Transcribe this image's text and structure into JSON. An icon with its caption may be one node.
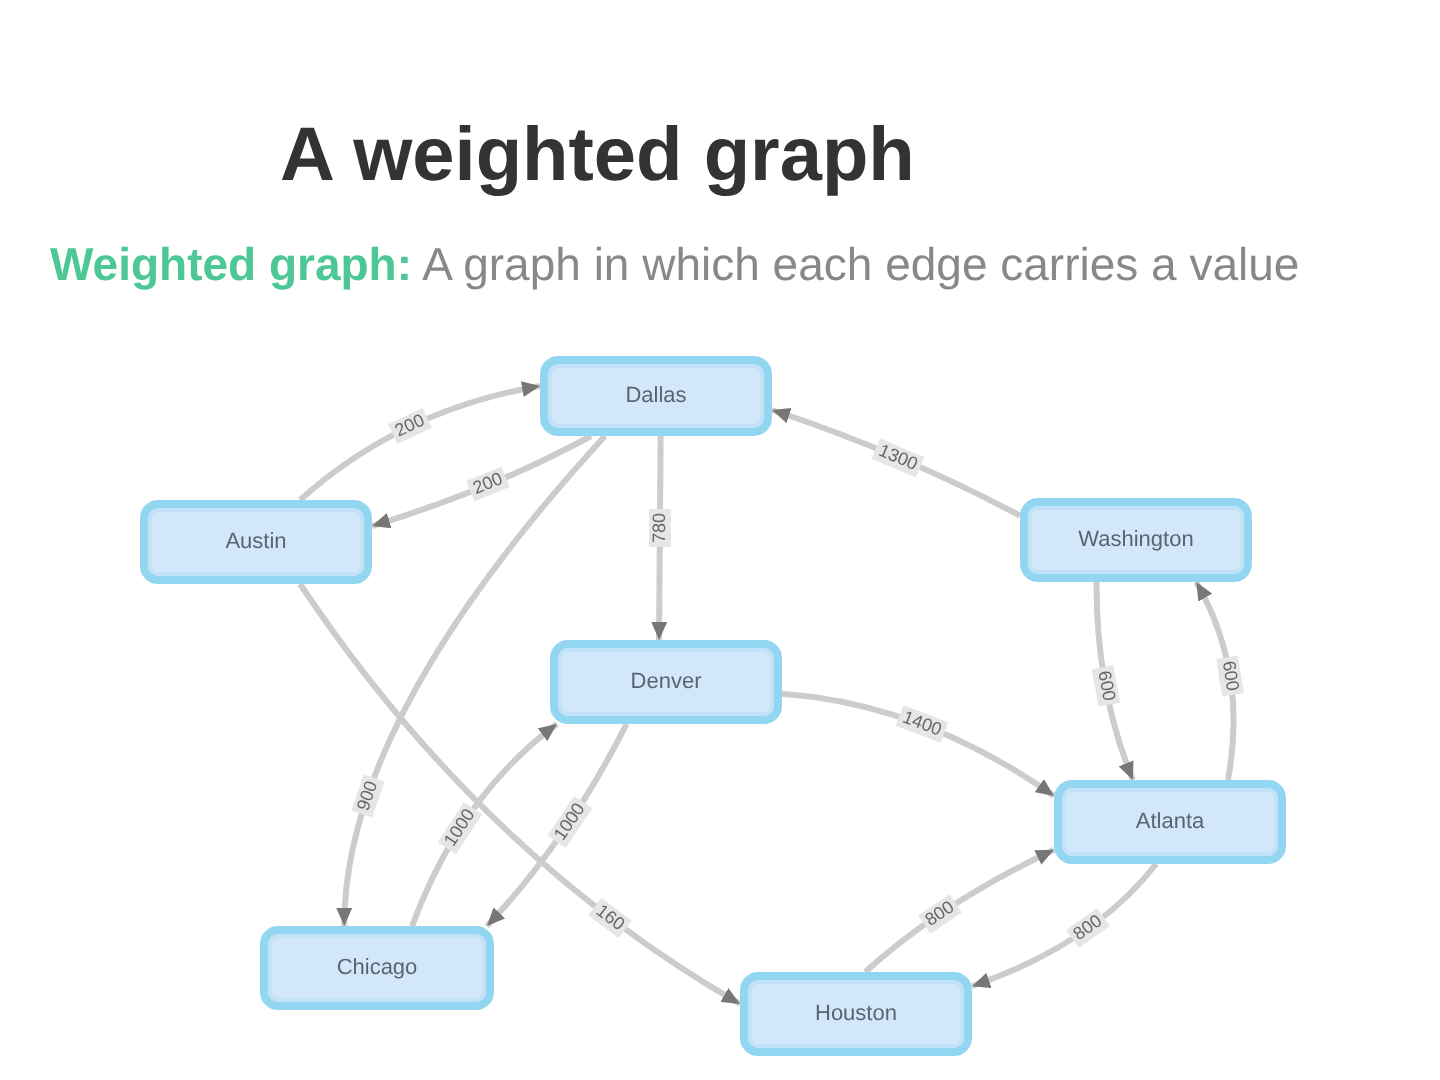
{
  "diagram": {
    "title": "A weighted graph",
    "nodes": [
      {
        "text": [
          "Dallas"
        ]
      },
      {
        "text": [
          "Austin"
        ]
      },
      {
        "text": [
          "Washington"
        ]
      },
      {
        "text": [
          "Denver"
        ]
      },
      {
        "text": [
          "Atlanta"
        ]
      },
      {
        "text": [
          "Chicago"
        ]
      },
      {
        "text": [
          "Houston"
        ]
      }
    ],
    "edges": [
      {
        "from": 1,
        "to": 0,
        "arrow": "to",
        "label": "200"
      },
      {
        "from": 0,
        "to": 1,
        "arrow": "to",
        "label": "200"
      },
      {
        "from": 0,
        "to": 3,
        "arrow": "to",
        "label": "780"
      },
      {
        "from": 0,
        "to": 5,
        "arrow": "to",
        "label": "900"
      },
      {
        "from": 2,
        "to": 0,
        "arrow": "to",
        "label": "1300"
      },
      {
        "from": 2,
        "to": 4,
        "arrow": "to",
        "label": "600"
      },
      {
        "from": 4,
        "to": 2,
        "arrow": "to",
        "label": "600"
      },
      {
        "from": 3,
        "to": 4,
        "arrow": "to",
        "label": "1400"
      },
      {
        "from": 5,
        "to": 3,
        "arrow": "to",
        "label": "1000"
      },
      {
        "from": 3,
        "to": 5,
        "arrow": "to",
        "label": "1000"
      },
      {
        "from": 1,
        "to": 6,
        "arrow": "to",
        "label": "160"
      },
      {
        "from": 6,
        "to": 4,
        "arrow": "to",
        "label": "800"
      },
      {
        "from": 4,
        "to": 6,
        "arrow": "to",
        "label": "800"
      }
    ],
    "labels": [
      "**Weighted graph:** A graph in which each edge carries a value"
    ]
  }
}
